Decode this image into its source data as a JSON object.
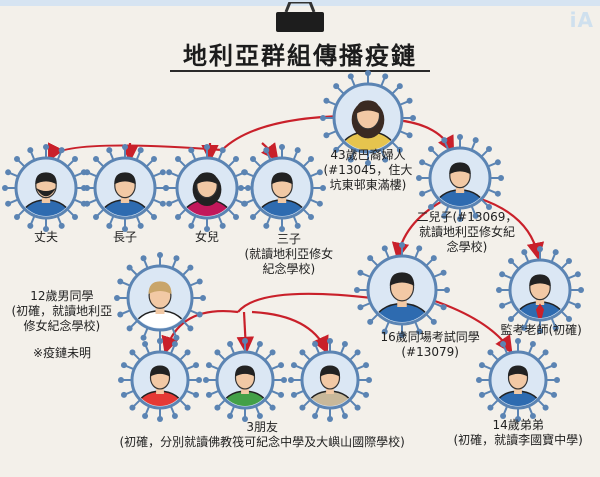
{
  "title": "地利亞群組傳播疫鏈",
  "watermark": "iA",
  "colors": {
    "virus_ring": "#5b84b3",
    "virus_fill": "#dbe7f4",
    "arrow": "#c9202a",
    "skin": "#f2c9a5"
  },
  "people": [
    {
      "id": "mother",
      "label_lines": [
        "43歲巴裔婦人",
        "(#13045，住大",
        "坑東邨東滿樓)"
      ],
      "shirt": "#e6c44e",
      "hair": "#3a2a22",
      "icon": "woman-avatar-icon"
    },
    {
      "id": "husband",
      "label_lines": [
        "丈夫"
      ],
      "shirt": "#2e6bb0",
      "hair": "#222",
      "icon": "bearded-man-avatar-icon"
    },
    {
      "id": "eldest",
      "label_lines": [
        "長子"
      ],
      "shirt": "#2e6bb0",
      "hair": "#222",
      "icon": "boy-avatar-icon"
    },
    {
      "id": "daughter",
      "label_lines": [
        "女兒"
      ],
      "shirt": "#c2185b",
      "hair": "#222",
      "icon": "girl-avatar-icon"
    },
    {
      "id": "third",
      "label_lines": [
        "三子",
        "(就讀地利亞修女",
        "紀念學校)"
      ],
      "shirt": "#2e6bb0",
      "hair": "#222",
      "icon": "boy-avatar-icon"
    },
    {
      "id": "second",
      "label_lines": [
        "二兒子(#13069，",
        "就讀地利亞修女紀",
        "念學校)"
      ],
      "shirt": "#2e6bb0",
      "hair": "#222",
      "icon": "boy-avatar-icon"
    },
    {
      "id": "classmate12",
      "label_lines": [
        "12歲男同學",
        "(初確，就讀地利亞",
        "修女紀念學校)"
      ],
      "shirt": "#ffffff",
      "hair": "#c9a56a",
      "icon": "boy-avatar-icon"
    },
    {
      "id": "note",
      "label_lines": [
        "※疫鏈未明"
      ]
    },
    {
      "id": "classmate16",
      "label_lines": [
        "16歲同場考試同學",
        "(#13079)"
      ],
      "shirt": "#2e6bb0",
      "hair": "#222",
      "icon": "boy-avatar-icon"
    },
    {
      "id": "examiner",
      "label_lines": [
        "監考老師(初確)"
      ],
      "shirt": "#2e6bb0",
      "hair": "#222",
      "icon": "teacher-avatar-icon"
    },
    {
      "id": "friend1",
      "label_lines": [],
      "shirt": "#e53935",
      "hair": "#222",
      "icon": "boy-avatar-icon"
    },
    {
      "id": "friend2",
      "label_lines": [],
      "shirt": "#43a047",
      "hair": "#222",
      "icon": "boy-avatar-icon"
    },
    {
      "id": "friend3",
      "label_lines": [],
      "shirt": "#c8b89a",
      "hair": "#222",
      "icon": "boy-avatar-icon"
    },
    {
      "id": "friends_caption",
      "label_lines": [
        "3朋友",
        "(初確，分別就讀佛教筏可紀念中學及大嶼山國際學校)"
      ]
    },
    {
      "id": "brother",
      "label_lines": [
        "14歲弟弟",
        "(初確，就讀李國寶中學)"
      ],
      "shirt": "#2e6bb0",
      "hair": "#222",
      "icon": "boy-avatar-icon"
    }
  ]
}
